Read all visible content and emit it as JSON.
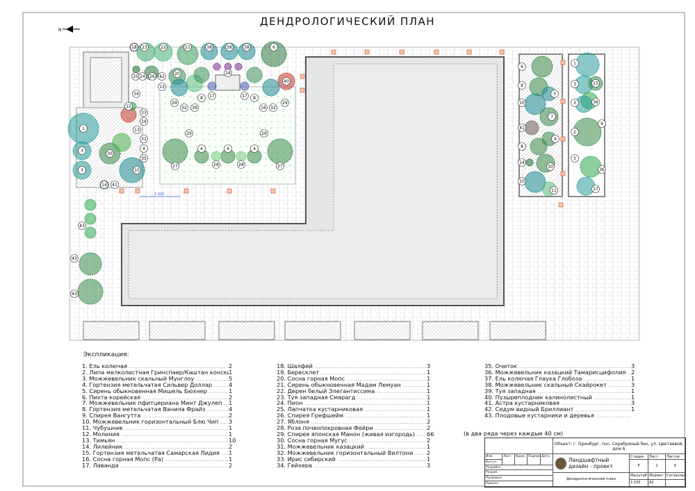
{
  "title": "ДЕНДРОЛОГИЧЕСКИЙ ПЛАН",
  "north_label": "N",
  "dimension_label": "3 300",
  "legend": {
    "heading": "Экспликация:",
    "columns": [
      [
        {
          "name": "1. Ель колючая",
          "qty": "2"
        },
        {
          "name": "2. Липа мелколистная Гринспаер/Каштан конский",
          "qty": "1"
        },
        {
          "name": "3. Можжевельник скальный Мунглоу",
          "qty": "5"
        },
        {
          "name": "4. Гортензия метельчатая Сильвер Доллар",
          "qty": "4"
        },
        {
          "name": "5. Сирень обыкновенная Мишель Бюхнер",
          "qty": "1"
        },
        {
          "name": "6. Пихта корейская",
          "qty": "2"
        },
        {
          "name": "7. Можжевельник пфитцериана Минт Джулеп",
          "qty": "1"
        },
        {
          "name": "8. Гортензия метельчатая Ванила Фрайз",
          "qty": "4"
        },
        {
          "name": "9. Спирея Вангутта",
          "qty": "2"
        },
        {
          "name": "10. Можжевельник горизонтальный Блю Чип",
          "qty": "3"
        },
        {
          "name": "11. Чубушник",
          "qty": "1"
        },
        {
          "name": "12. Молиния",
          "qty": "1"
        },
        {
          "name": "13. Тимьян",
          "qty": "10"
        },
        {
          "name": "14. Лилейник",
          "qty": "2"
        },
        {
          "name": "15. Гортензия метельчатая Самарская Лидия",
          "qty": "1"
        },
        {
          "name": "16. Сосна горная Мопс (Ра)",
          "qty": "1"
        },
        {
          "name": "17. Лаванда",
          "qty": "2"
        }
      ],
      [
        {
          "name": "18. Шалфей",
          "qty": "3"
        },
        {
          "name": "19. Бересклет",
          "qty": "1"
        },
        {
          "name": "20. Сосна горная Мопс",
          "qty": "1"
        },
        {
          "name": "21. Сирень обыкновенная Мадам Лемуан",
          "qty": "1"
        },
        {
          "name": "22. Дерен белый Элегантиссима",
          "qty": "1"
        },
        {
          "name": "23. Туя западная Смарагд",
          "qty": "1"
        },
        {
          "name": "24. Пион",
          "qty": "1"
        },
        {
          "name": "25. Лапчатка кустарниковая",
          "qty": "1"
        },
        {
          "name": "26. Спирея Грефшейм",
          "qty": "1"
        },
        {
          "name": "27. Яблоня",
          "qty": "2"
        },
        {
          "name": "28. Роза почвопокровная Фейри",
          "qty": "2"
        },
        {
          "name": "29. Спирея японская Манон (живая изгородь)",
          "qty": "66"
        },
        {
          "name": "30. Сосна горная Мугус",
          "qty": "2"
        },
        {
          "name": "31. Можжевельник казацкий",
          "qty": "1"
        },
        {
          "name": "32. Можжевельник горизонтальный Вилтони",
          "qty": "2"
        },
        {
          "name": "33. Ирис сибирский",
          "qty": "1"
        },
        {
          "name": "34. Гейхера",
          "qty": "3"
        }
      ],
      [
        {
          "name": "35. Очиток",
          "qty": "3"
        },
        {
          "name": "36. Можжевельник казацкий Тамарисцифолия",
          "qty": "2"
        },
        {
          "name": "37. Ель колючая Глаука Глобоза",
          "qty": "1"
        },
        {
          "name": "38. Можжевельник скальный Скайрокет",
          "qty": "3"
        },
        {
          "name": "39. Туя западная",
          "qty": "1"
        },
        {
          "name": "40. Пузыреплодник калинолистный",
          "qty": "1"
        },
        {
          "name": "41. Астра кустарниковая",
          "qty": "3"
        },
        {
          "name": "42. Седум видный Бриллиант",
          "qty": "1"
        },
        {
          "name": "43. Плодовые кустарники и деревья",
          "qty": ""
        }
      ]
    ],
    "hedge_note": "(в два ряда через каждые 40 см)"
  },
  "title_block": {
    "object": "Объект: г. Оренбург, пос. Серебряный бек, ул. Цветаевой, дом 6",
    "project": "Ландшафтный дизайн - проект",
    "sheet_name": "Дендрологический план",
    "rows": [
      "Изм.",
      "Кол.уч",
      "Разработ.",
      "Разраб.",
      "Проверил",
      "Принял"
    ],
    "cols": [
      "Лист",
      "№док",
      "Подпись",
      "Дата"
    ],
    "stage_label": "Стадия",
    "stage": "Р",
    "sheet_label": "Лист",
    "sheet": "2",
    "sheets_label": "Листов",
    "sheets": "6",
    "scale_label": "Масштаб",
    "scale": "1:100",
    "format_label": "Формат",
    "format": "А2",
    "agreed_label": "Согласовано"
  },
  "plan": {
    "markers": [
      "18",
      "23",
      "22",
      "21",
      "38",
      "38",
      "38",
      "6",
      "25",
      "24",
      "26",
      "42",
      "20",
      "13",
      "18",
      "40",
      "29",
      "32",
      "39",
      "8",
      "17",
      "17",
      "8",
      "16",
      "32",
      "29",
      "34",
      "12",
      "33",
      "19",
      "13",
      "31",
      "4",
      "35",
      "1",
      "3",
      "30",
      "3",
      "10",
      "14",
      "41",
      "29",
      "4",
      "4",
      "4",
      "28",
      "28",
      "29",
      "27",
      "27",
      "6",
      "8",
      "3",
      "10",
      "7",
      "41",
      "9",
      "8",
      "14",
      "30",
      "10",
      "11",
      "1",
      "15",
      "3",
      "36",
      "3",
      "9",
      "2",
      "5",
      "36",
      "37",
      "43",
      "43",
      "43"
    ]
  }
}
